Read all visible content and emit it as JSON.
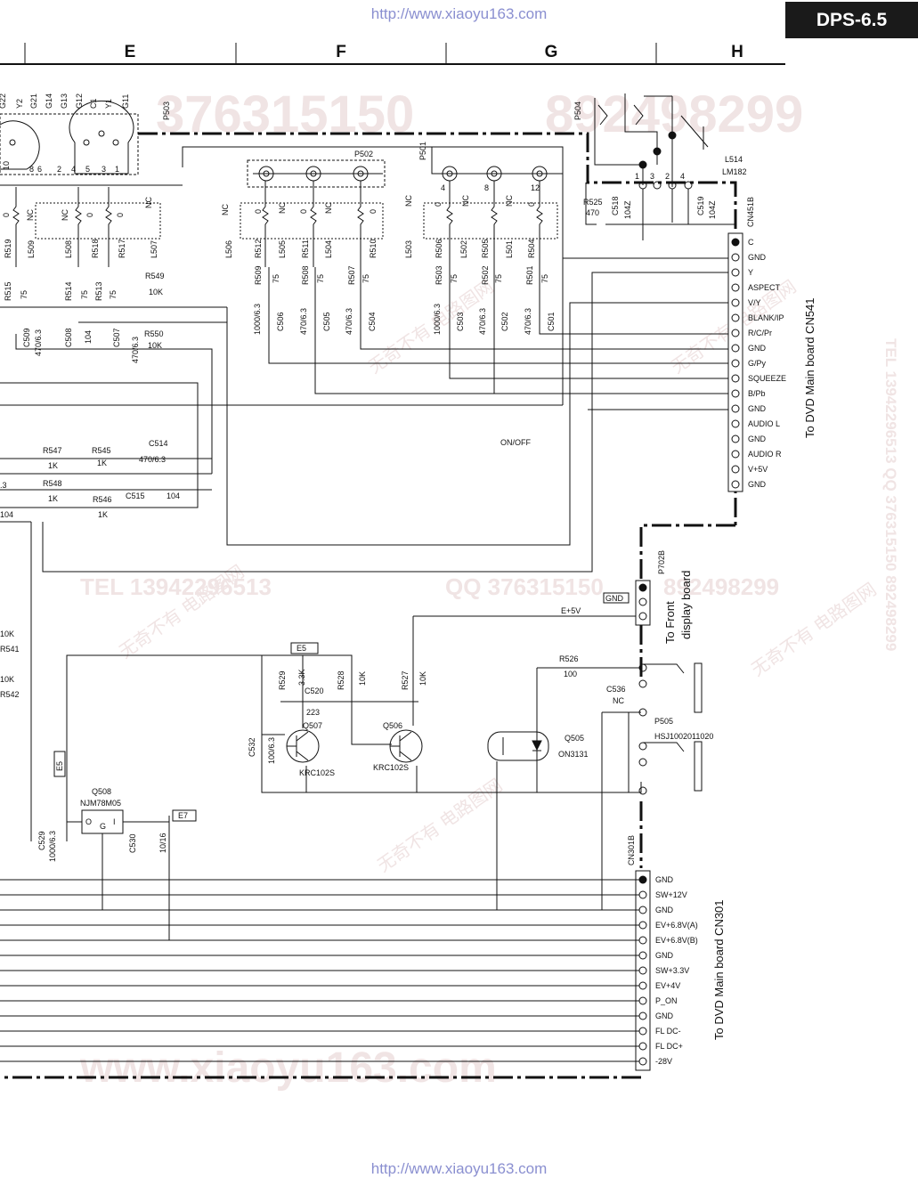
{
  "header": {
    "url_top": "http://www.xiaoyu163.com",
    "url_bottom": "http://www.xiaoyu163.com",
    "model": "DPS-6.5",
    "columns": [
      "E",
      "F",
      "G",
      "H"
    ]
  },
  "watermarks": [
    "376315150",
    "892498299",
    "TEL 13942296513",
    "QQ 376315150",
    "892498299",
    "www.xiaoyu163.com",
    "无奇不有 电路图网",
    "TEL 13942296513 QQ 376315150 892498299"
  ],
  "connectors": {
    "cn451b": {
      "ref": "CN451B",
      "caption": "To DVD Main board  CN541",
      "pins": [
        "C",
        "GND",
        "Y",
        "ASPECT",
        "V/Y",
        "BLANK/IP",
        "R/C/Pr",
        "GND",
        "G/Py",
        "SQUEEZE",
        "B/Pb",
        "GND",
        "AUDIO L",
        "GND",
        "AUDIO R",
        "V+5V",
        "GND"
      ]
    },
    "cn301b": {
      "ref": "CN301B",
      "caption": "To DVD Main board  CN301",
      "pins": [
        "GND",
        "SW+12V",
        "GND",
        "EV+6.8V(A)",
        "EV+6.8V(B)",
        "GND",
        "SW+3.3V",
        "EV+4V",
        "P_ON",
        "GND",
        "FL DC-",
        "FL DC+",
        "-28V"
      ]
    },
    "p702b": {
      "ref": "P702B",
      "caption_line1": "To Front",
      "caption_line2": "display board",
      "pin_label": "GND",
      "supply": "E+5V"
    }
  },
  "top_labels": [
    "G22",
    "Y2",
    "G21",
    "G14",
    "G13",
    "G12",
    "C1",
    "Y1",
    "G11",
    "P503"
  ],
  "din_pins": [
    "10",
    "8",
    "6",
    "2",
    "4",
    "5",
    "3",
    "1"
  ],
  "components": {
    "p502": "P502",
    "p501": "P501",
    "p504": "P504",
    "p504_pins": [
      "1",
      "3",
      "2",
      "4"
    ],
    "l514": "L514",
    "lm182": "LM182",
    "r525": "R525",
    "r525_val": "470",
    "c518": "C518",
    "c518_val": "104Z",
    "c519": "C519",
    "c519_val": "104Z",
    "r549": "R549",
    "r549_val": "10K",
    "r550": "R550",
    "r550_val": "10K",
    "r547": "R547",
    "r547_val": "1K",
    "r545": "R545",
    "r545_val": "1K",
    "r548": "R548",
    "r548_val": "1K",
    "r546": "R546",
    "r546_val": "1K",
    "c514": "C514",
    "c514_val": "470/6.3",
    "c515": "C515",
    "c515_val": "104",
    "left_104": "104",
    "left_3": ".3",
    "on_off": "ON/OFF",
    "e5": "E5",
    "e7": "E7",
    "r529": "R529",
    "r529_val": "3.3K",
    "r528": "R528",
    "r528_val": "10K",
    "r527": "R527",
    "r527_val": "10K",
    "c520": "C520",
    "c520_val": "223",
    "q507": "Q507",
    "q506": "Q506",
    "krc102s": "KRC102S",
    "c532": "C532",
    "c532_val": "100/6.3",
    "q505": "Q505",
    "on3131": "ON3131",
    "r526": "R526",
    "r526_val": "100",
    "c536": "C536",
    "c536_val": "NC",
    "p505": "P505",
    "hsj": "HSJ1002011020",
    "q508": "Q508",
    "njm": "NJM78M05",
    "q508_pins": [
      "O",
      "G",
      "I"
    ],
    "c529": "C529",
    "c529_val": "1000/6.3",
    "c530": "C530",
    "c530_val": "10/16",
    "r541_val": "10K",
    "r541": "R541",
    "r542_val": "10K",
    "r542": "R542"
  },
  "resistor_row": [
    "R519",
    "L509",
    "L508",
    "R518",
    "R517",
    "L507",
    "L506",
    "R512",
    "L505",
    "R511",
    "L504",
    "R510",
    "L503",
    "R506",
    "L502",
    "R505",
    "L501",
    "R504"
  ],
  "ohm_row": [
    "0",
    "NC",
    "NC",
    "0",
    "0",
    "NC",
    "NC",
    "0",
    "NC",
    "0",
    "NC",
    "0",
    "NC",
    "0",
    "NC",
    "NC",
    "0"
  ],
  "p501_pins": [
    "4",
    "8",
    "12"
  ],
  "r75_row": [
    "R515",
    "R514",
    "R513",
    "R509",
    "R508",
    "R507",
    "R503",
    "R502",
    "R501"
  ],
  "r75_val": "75",
  "cap_row": [
    "C509",
    "C508",
    "C507",
    "C506",
    "C505",
    "C504",
    "C503",
    "C502",
    "C501"
  ],
  "cap_vals": [
    "470/6.3",
    "104",
    "470/6.3",
    "1000/6.3",
    "470/6.3",
    "470/6.3",
    "1000/6.3",
    "470/6.3",
    "470/6.3"
  ]
}
